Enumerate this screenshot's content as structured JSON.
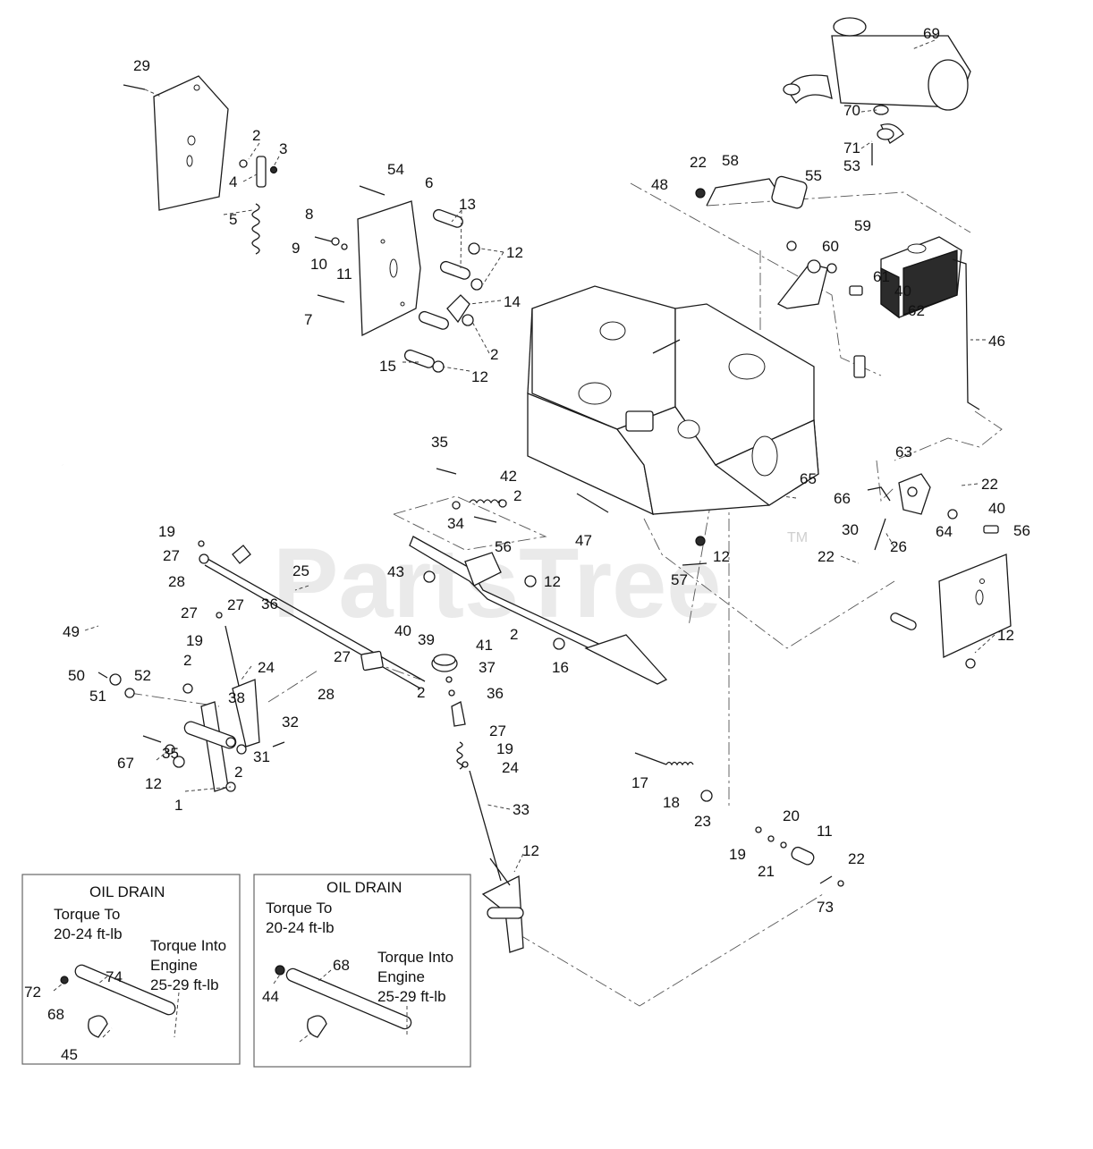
{
  "watermark": {
    "text": "PartsTree",
    "tm": "TM"
  },
  "oil_drain_left": {
    "title": "OIL DRAIN",
    "torque_to_line1": "Torque To",
    "torque_to_line2": "20-24 ft-lb",
    "torque_into_line1": "Torque Into",
    "torque_into_line2": "Engine",
    "torque_into_line3": "25-29 ft-lb"
  },
  "oil_drain_right": {
    "title": "OIL DRAIN",
    "torque_to_line1": "Torque To",
    "torque_to_line2": "20-24 ft-lb",
    "torque_into_line1": "Torque Into",
    "torque_into_line2": "Engine",
    "torque_into_line3": "25-29 ft-lb"
  },
  "callouts": [
    "29",
    "2",
    "3",
    "4",
    "5",
    "54",
    "6",
    "13",
    "8",
    "12",
    "9",
    "10",
    "11",
    "14",
    "7",
    "2",
    "15",
    "12",
    "69",
    "70",
    "71",
    "53",
    "22",
    "58",
    "48",
    "55",
    "59",
    "60",
    "61",
    "40",
    "62",
    "46",
    "35",
    "42",
    "2",
    "34",
    "56",
    "47",
    "65",
    "63",
    "22",
    "66",
    "40",
    "64",
    "56",
    "30",
    "26",
    "22",
    "12",
    "57",
    "12",
    "19",
    "27",
    "28",
    "25",
    "27",
    "36",
    "27",
    "49",
    "19",
    "2",
    "24",
    "50",
    "51",
    "52",
    "40",
    "39",
    "41",
    "37",
    "27",
    "36",
    "28",
    "2",
    "38",
    "32",
    "35",
    "67",
    "12",
    "31",
    "2",
    "1",
    "27",
    "19",
    "24",
    "33",
    "12",
    "43",
    "2",
    "12",
    "16",
    "17",
    "18",
    "23",
    "20",
    "11",
    "19",
    "21",
    "22",
    "73",
    "72",
    "74",
    "68",
    "45",
    "44",
    "68"
  ]
}
